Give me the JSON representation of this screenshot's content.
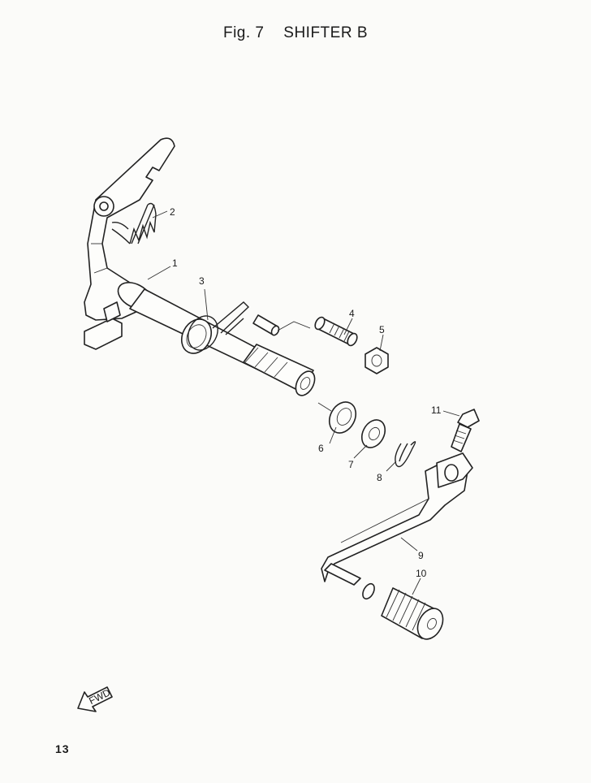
{
  "header": {
    "figure": "Fig. 7",
    "title": "SHIFTER B"
  },
  "callouts": [
    "1",
    "2",
    "3",
    "4",
    "5",
    "6",
    "7",
    "8",
    "9",
    "10",
    "11"
  ],
  "direction_marker": "FWD",
  "footer": {
    "page_number": "13"
  },
  "icons": {
    "direction": "fwd-arrow-icon"
  }
}
